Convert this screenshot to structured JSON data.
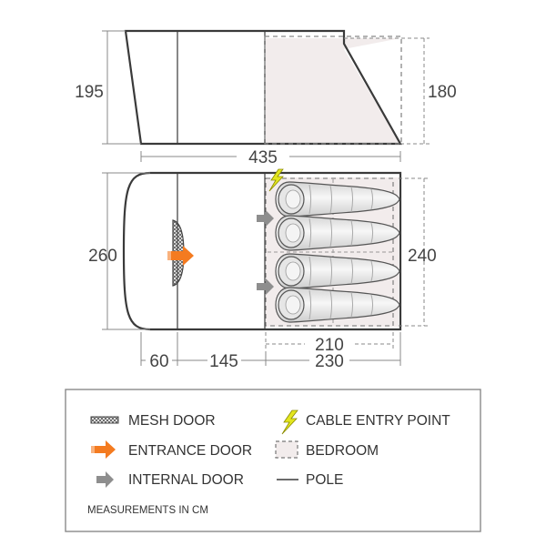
{
  "side_view": {
    "height_left": "195",
    "height_right": "180"
  },
  "floor_plan": {
    "total_length": "435",
    "width_left": "260",
    "width_right": "240",
    "seg_porch": "60",
    "seg_living": "145",
    "seg_bedroom": "230",
    "bedroom_length": "210"
  },
  "legend": {
    "mesh_door": "MESH DOOR",
    "entrance_door": "ENTRANCE DOOR",
    "internal_door": "INTERNAL DOOR",
    "cable_entry": "CABLE ENTRY POINT",
    "bedroom": "BEDROOM",
    "pole": "POLE",
    "note": "MEASUREMENTS IN CM"
  },
  "colors": {
    "outline": "#3a3a3a",
    "bedroom_fill": "#f2ecec",
    "entrance_arrow": "#f47b20",
    "internal_arrow": "#8e8e8e",
    "cable_bolt": "#e3e61e"
  }
}
